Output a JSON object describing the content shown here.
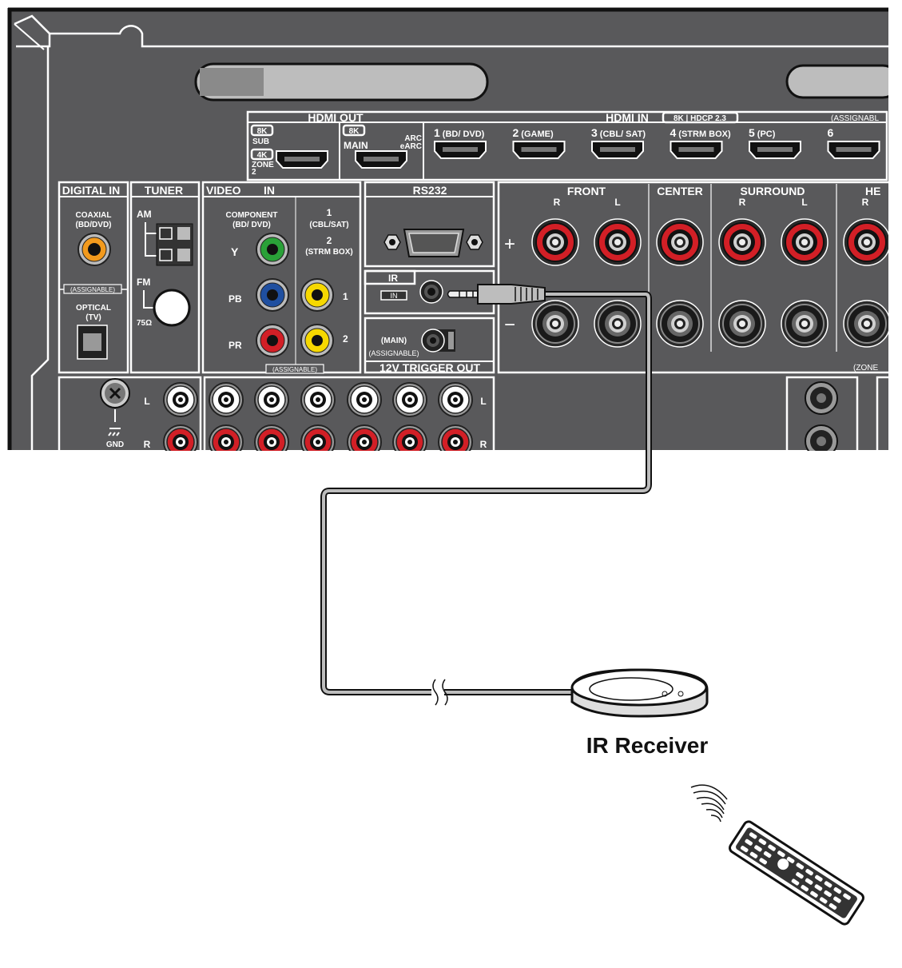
{
  "hdmi_out": {
    "title": "HDMI OUT",
    "sub_badge": "8K",
    "sub_label": "SUB",
    "zone_badge": "4K",
    "zone_label": "ZONE",
    "zone_num": "2",
    "main_badge": "8K",
    "main_label": "MAIN",
    "arc": "ARC",
    "earc": "eARC"
  },
  "hdmi_in": {
    "title": "HDMI IN",
    "badge": "8K | HDCP 2.3",
    "assignable": "(ASSIGNABL",
    "ports": [
      {
        "num": "1",
        "name": "(BD/ DVD)"
      },
      {
        "num": "2",
        "name": "(GAME)"
      },
      {
        "num": "3",
        "name": "(CBL/ SAT)"
      },
      {
        "num": "4",
        "name": "(STRM BOX)"
      },
      {
        "num": "5",
        "name": "(PC)"
      },
      {
        "num": "6",
        "name": ""
      }
    ]
  },
  "digital_in": {
    "title": "DIGITAL IN",
    "coaxial": "COAXIAL",
    "coaxial_sub": "(BD/DVD)",
    "assignable": "(ASSIGNABLE)",
    "optical": "OPTICAL",
    "optical_sub": "(TV)"
  },
  "tuner": {
    "title": "TUNER",
    "am": "AM",
    "fm": "FM",
    "ohm": "75Ω"
  },
  "video_in": {
    "title": "VIDEO",
    "in": "IN",
    "component": "COMPONENT",
    "component_sub": "(BD/ DVD)",
    "y": "Y",
    "pb": "PB",
    "pr": "PR",
    "c1": "1",
    "c1_sub": "(CBL/SAT)",
    "c2": "2",
    "c2_sub": "(STRM BOX)",
    "n1": "1",
    "n2": "2",
    "assignable": "(ASSIGNABLE)"
  },
  "rs232": {
    "title": "RS232"
  },
  "ir": {
    "title": "IR",
    "in": "IN"
  },
  "trigger": {
    "main": "(MAIN)",
    "assignable": "(ASSIGNABLE)",
    "title": "12V TRIGGER OUT"
  },
  "speakers": {
    "front": "FRONT",
    "center": "CENTER",
    "surround": "SURROUND",
    "height": "HE",
    "r": "R",
    "l": "L",
    "plus": "+",
    "minus": "−",
    "zone": "(ZONE"
  },
  "audio": {
    "l": "L",
    "r": "R",
    "gnd": "GND"
  },
  "receiver_label": "IR Receiver",
  "colors": {
    "panel": "#59595b",
    "green": "#2aa138",
    "blue": "#1f4fa0",
    "red": "#d21f26",
    "yellow": "#f6d800",
    "orange": "#f29a1d"
  }
}
